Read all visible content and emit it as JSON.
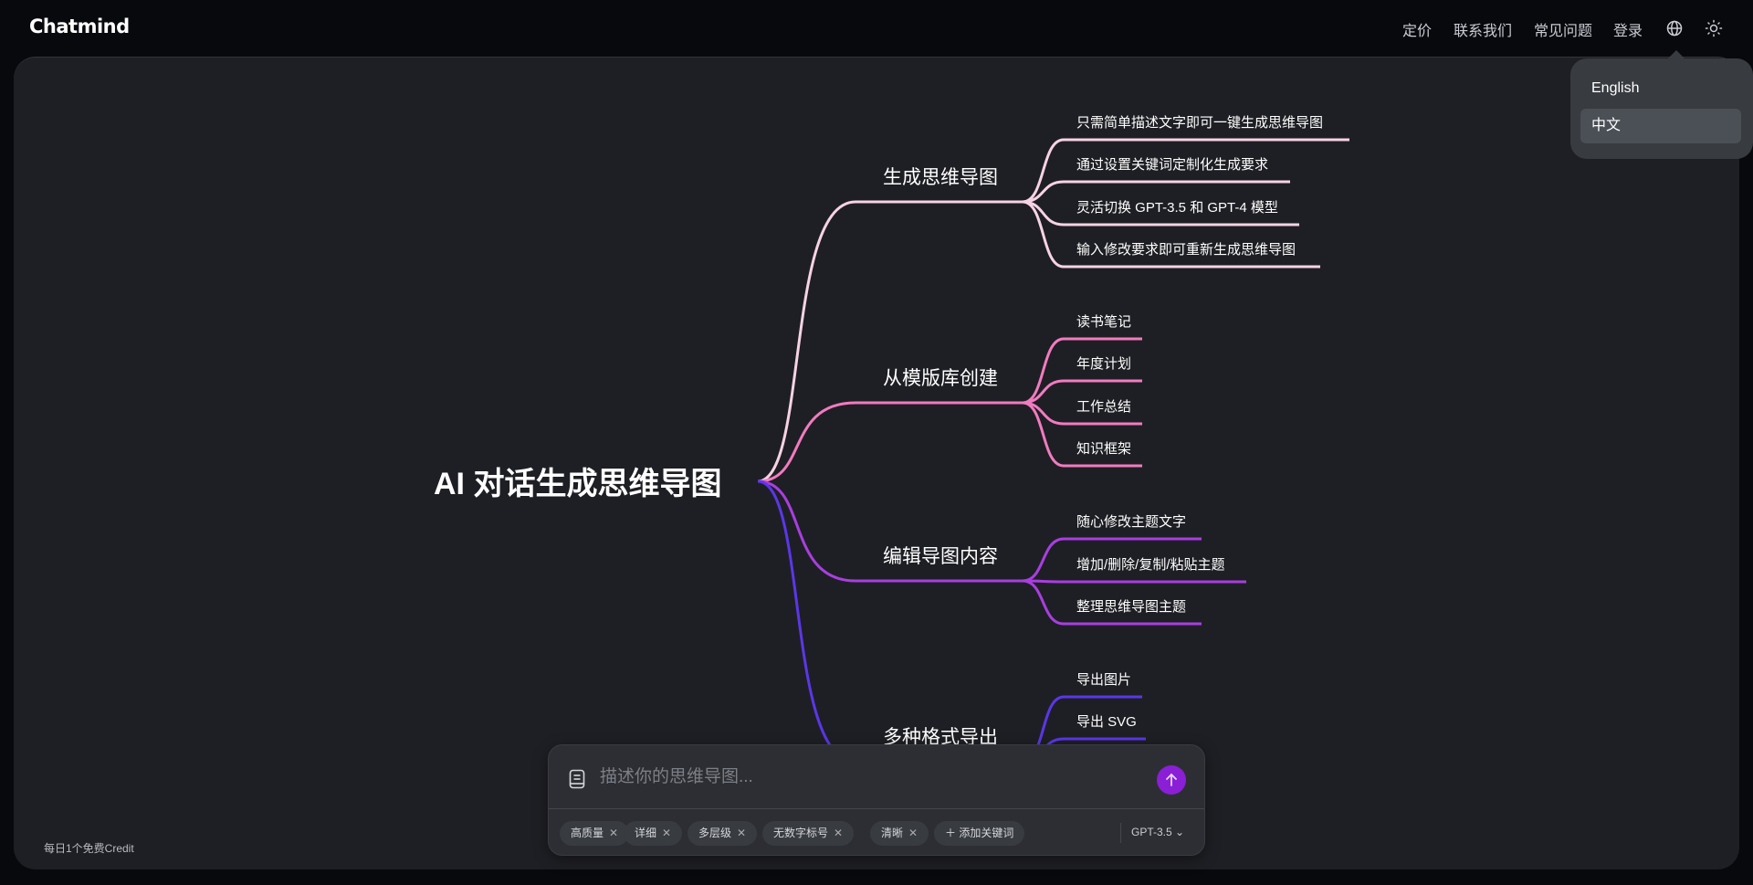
{
  "header": {
    "logo": "Chatmind",
    "nav": [
      "定价",
      "联系我们",
      "常见问题",
      "登录"
    ],
    "globe_icon": "globe-icon",
    "theme_icon": "sun-icon"
  },
  "language_menu": {
    "items": [
      "English",
      "中文"
    ],
    "selected": "中文"
  },
  "mindmap": {
    "root": "AI 对话生成思维导图",
    "branches": [
      {
        "label": "生成思维导图",
        "color": "#f6d3e4",
        "leaves": [
          "只需简单描述文字即可一键生成思维导图",
          "通过设置关键词定制化生成要求",
          "灵活切换 GPT-3.5 和 GPT-4 模型",
          "输入修改要求即可重新生成思维导图"
        ]
      },
      {
        "label": "从模版库创建",
        "color": "#f27bc0",
        "leaves": [
          "读书笔记",
          "年度计划",
          "工作总结",
          "知识框架"
        ]
      },
      {
        "label": "编辑导图内容",
        "color": "#a93ee0",
        "leaves": [
          "随心修改主题文字",
          "增加/删除/复制/粘贴主题",
          "整理思维导图主题"
        ]
      },
      {
        "label": "多种格式导出",
        "color": "#5b37e8",
        "leaves": [
          "导出图片",
          "导出 SVG"
        ]
      }
    ]
  },
  "input": {
    "placeholder": "描述你的思维导图...",
    "value": "",
    "keywords": [
      "高质量",
      "详细",
      "多层级",
      "无数字标号",
      "清晰"
    ],
    "add_keyword": "添加关键词",
    "model": "GPT-3.5"
  },
  "footer": {
    "credit": "每日1个免费Credit"
  }
}
